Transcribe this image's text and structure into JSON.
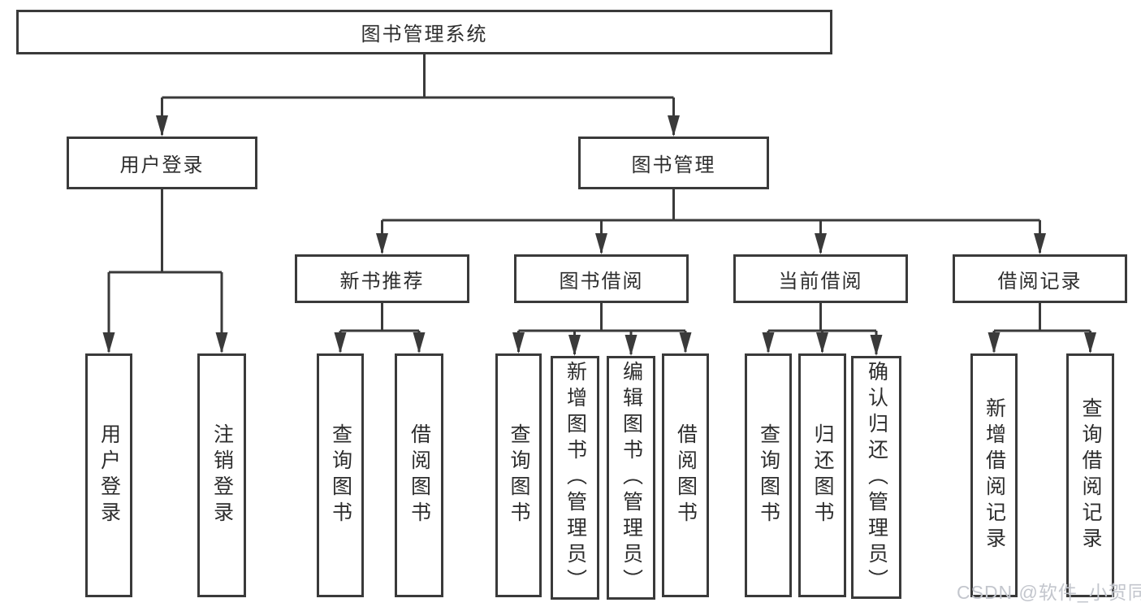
{
  "tree": {
    "root": "图书管理系统",
    "children": [
      {
        "label": "用户登录",
        "children": [
          {
            "label": "用户登录"
          },
          {
            "label": "注销登录"
          }
        ]
      },
      {
        "label": "图书管理",
        "children": [
          {
            "label": "新书推荐",
            "children": [
              {
                "label": "查询图书"
              },
              {
                "label": "借阅图书"
              }
            ]
          },
          {
            "label": "图书借阅",
            "children": [
              {
                "label": "查询图书"
              },
              {
                "label": "新增图书（管理员）"
              },
              {
                "label": "编辑图书（管理员）"
              },
              {
                "label": "借阅图书"
              }
            ]
          },
          {
            "label": "当前借阅",
            "children": [
              {
                "label": "查询图书"
              },
              {
                "label": "归还图书"
              },
              {
                "label": "确认归还（管理员）"
              }
            ]
          },
          {
            "label": "借阅记录",
            "children": [
              {
                "label": "新增借阅记录"
              },
              {
                "label": "查询借阅记录"
              }
            ]
          }
        ]
      }
    ]
  },
  "watermark": {
    "text": "CSDN @软件_小贺同学"
  },
  "colors": {
    "line": "#3a3a3a",
    "text": "#2d2d2d",
    "watermark": "#c3c6cd",
    "background": "#ffffff"
  }
}
